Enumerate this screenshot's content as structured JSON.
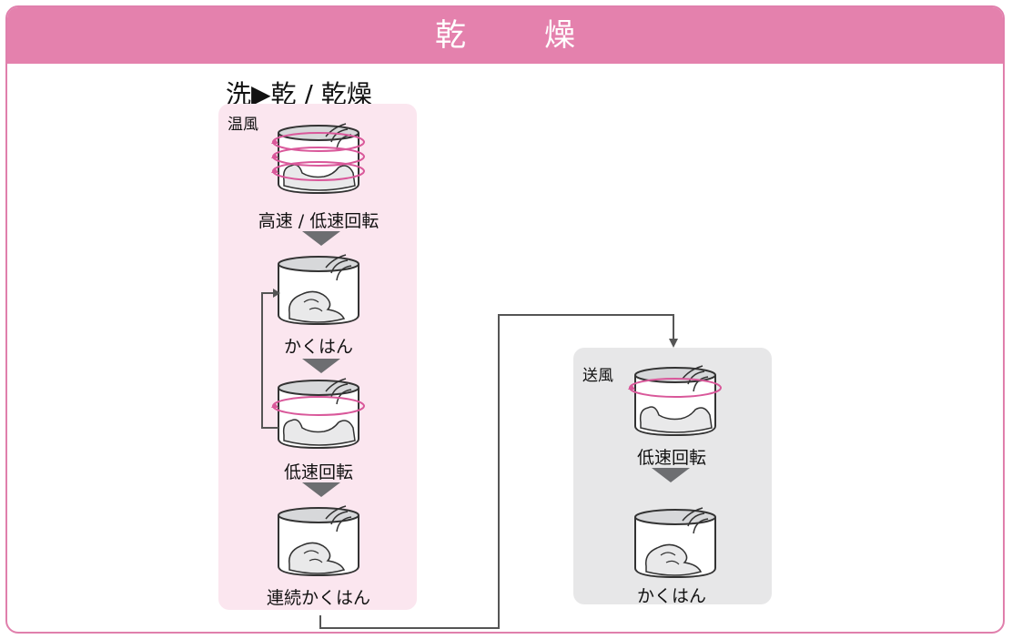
{
  "header": {
    "title": "乾　燥"
  },
  "subtitle": "洗▶乾 / 乾燥",
  "panels": {
    "warm": {
      "label": "温風",
      "steps": [
        "高速 / 低速回転",
        "かくはん",
        "低速回転",
        "連続かくはん"
      ]
    },
    "air": {
      "label": "送風",
      "steps": [
        "低速回転",
        "かくはん"
      ]
    }
  },
  "colors": {
    "header": "#e481ad",
    "warm_panel": "#fbe6ef",
    "air_panel": "#e7e7e8",
    "rotation": "#d9589a",
    "arrow": "#6d6e71",
    "line": "#555555"
  }
}
